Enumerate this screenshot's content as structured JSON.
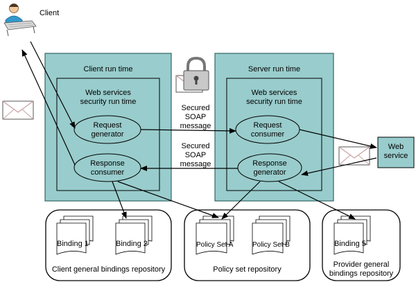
{
  "client": {
    "label": "Client"
  },
  "client_runtime": {
    "title": "Client run time",
    "inner_title_line1": "Web services",
    "inner_title_line2": "security run time",
    "request_generator_line1": "Request",
    "request_generator_line2": "generator",
    "response_consumer_line1": "Response",
    "response_consumer_line2": "consumer"
  },
  "server_runtime": {
    "title": "Server run time",
    "inner_title_line1": "Web services",
    "inner_title_line2": "security run time",
    "request_consumer_line1": "Request",
    "request_consumer_line2": "consumer",
    "response_generator_line1": "Response",
    "response_generator_line2": "generator"
  },
  "messages": {
    "top": [
      "Secured",
      "SOAP",
      "message"
    ],
    "bottom": [
      "Secured",
      "SOAP",
      "message"
    ]
  },
  "web_service": {
    "line1": "Web",
    "line2": "service"
  },
  "repositories": {
    "client": {
      "doc1": "Binding 1",
      "doc2": "Binding 2",
      "label": "Client general bindings repository"
    },
    "policy": {
      "doc1": "Policy Set A",
      "doc2": "Policy Set B",
      "label": "Policy set repository"
    },
    "provider": {
      "doc1": "Binding 5",
      "label_line1": "Provider general",
      "label_line2": "bindings repository"
    }
  },
  "colors": {
    "teal": "#99cccc",
    "teal_border": "#336666",
    "white": "#ffffff",
    "ink": "#000000"
  }
}
